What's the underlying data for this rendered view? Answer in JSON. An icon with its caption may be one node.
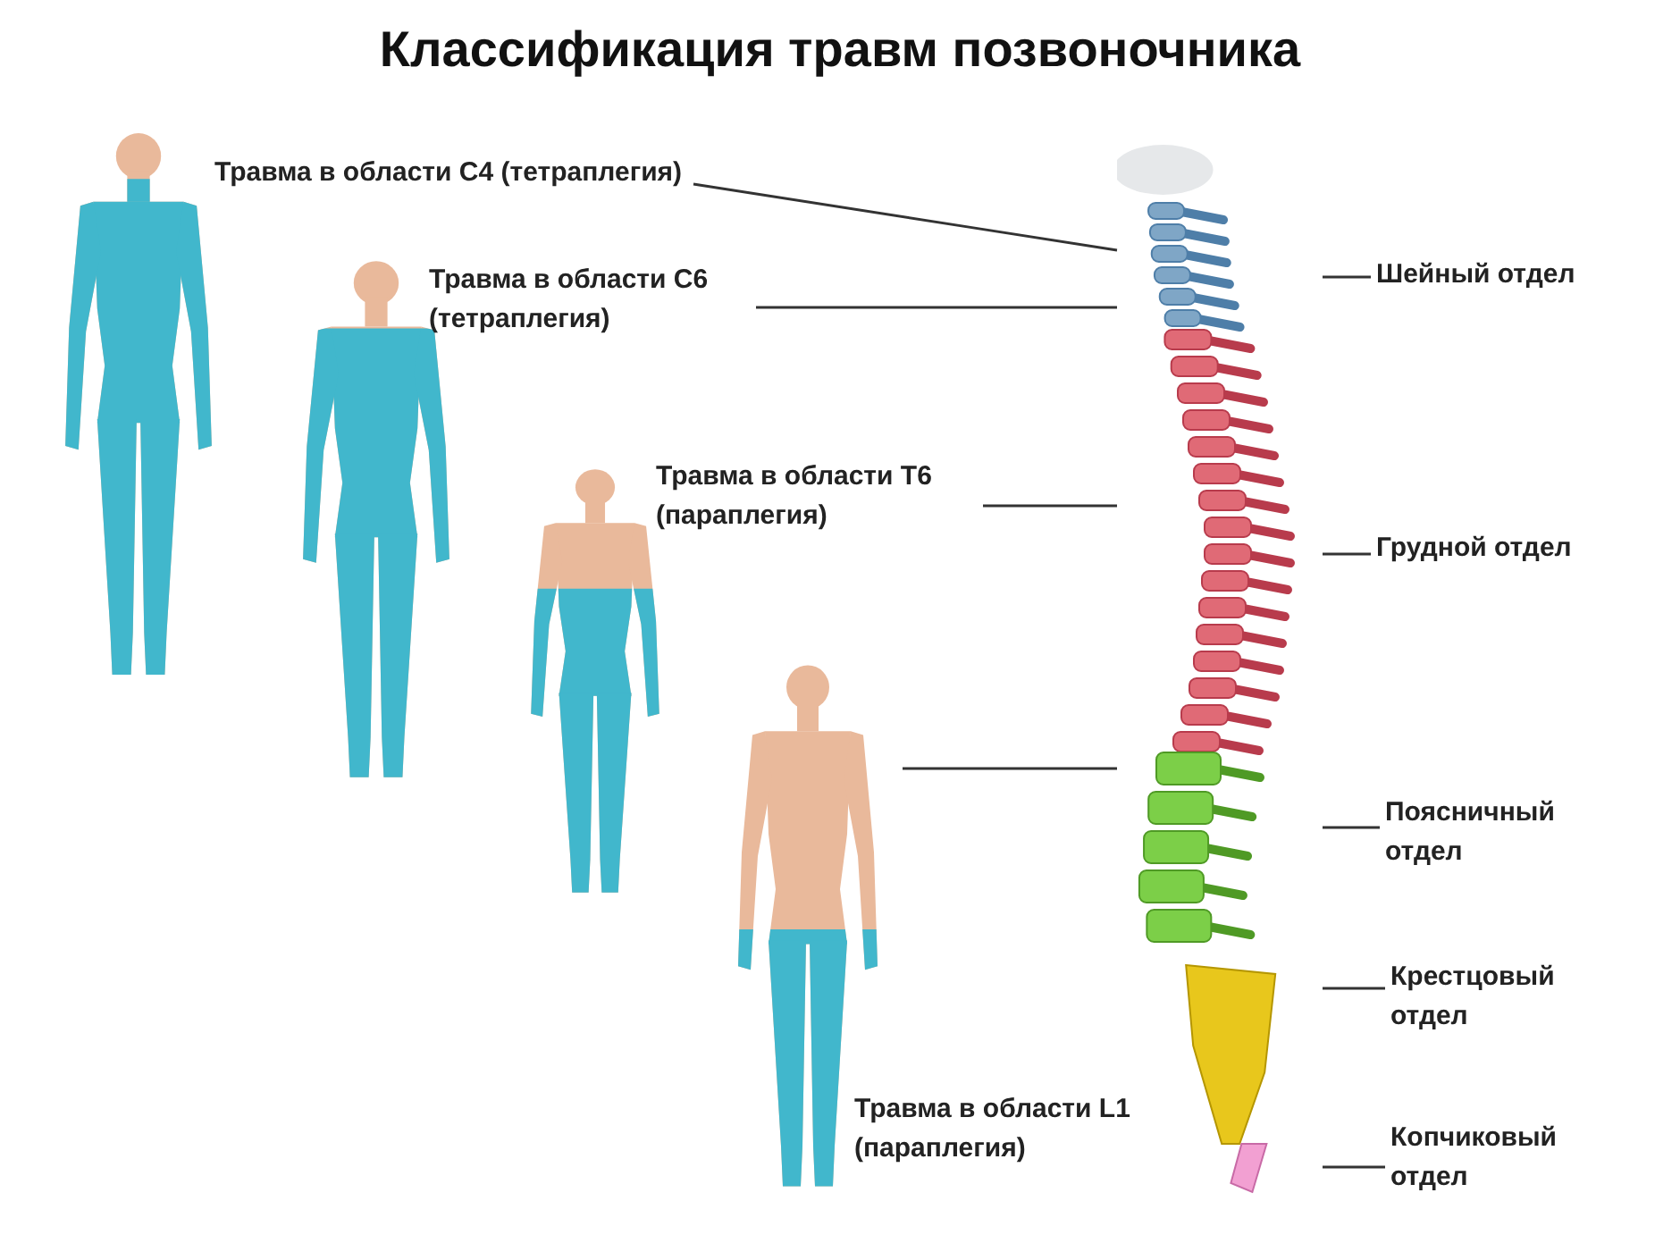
{
  "diagram": {
    "title": "Классификация травм позвоночника",
    "nodes": [
      {
        "text": [],
        "shape": "person"
      },
      {
        "text": [
          "Травма в области C4 (тетраплегия)"
        ]
      },
      {
        "text": [],
        "shape": "person"
      },
      {
        "text": [
          "Травма в области C6 (тетраплегия)"
        ]
      },
      {
        "text": [],
        "shape": "person"
      },
      {
        "text": [
          "Травма в области T6 (параплегия)"
        ]
      },
      {
        "text": [],
        "shape": "person"
      },
      {
        "text": [],
        "shape": "picture"
      },
      {
        "text": [
          "Шейный отдел"
        ]
      },
      {
        "text": [
          "Грудной отдел"
        ]
      },
      {
        "text": [
          "Поясничный отдел"
        ]
      },
      {
        "text": [
          "Крестцовый отдел"
        ]
      },
      {
        "text": [
          "Копчиковый отдел"
        ]
      },
      {
        "text": [
          "Травма в области L1 (параплегия)"
        ]
      }
    ],
    "edges": [
      {
        "from": 1,
        "to": 7,
        "arrow": "none"
      },
      {
        "from": 3,
        "to": 7,
        "arrow": "none"
      },
      {
        "from": 5,
        "to": 7,
        "arrow": "none"
      },
      {
        "from": 6,
        "to": 7,
        "arrow": "none"
      },
      {
        "from": 8,
        "to": 7,
        "arrow": "none"
      },
      {
        "from": 9,
        "to": 7,
        "arrow": "none"
      },
      {
        "from": 10,
        "to": 7,
        "arrow": "none"
      },
      {
        "from": 11,
        "to": 7,
        "arrow": "none"
      },
      {
        "from": 12,
        "to": 7,
        "arrow": "none"
      }
    ]
  }
}
